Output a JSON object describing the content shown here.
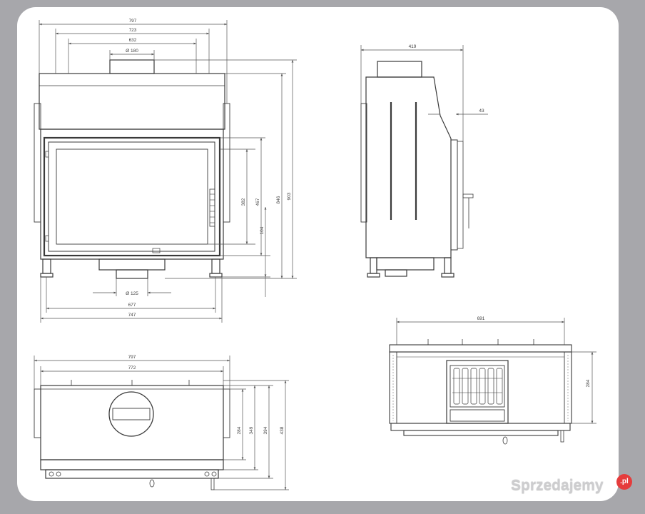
{
  "colors": {
    "background": "#a7a7ab",
    "sheet": "#ffffff",
    "line": "#3a3a3a",
    "dimension": "#555555",
    "watermark_badge": "#e53c3c"
  },
  "front_view": {
    "width_overall": "797",
    "width_top_inner": "723",
    "width_hood": "632",
    "flue_diameter": "Ø 180",
    "height_overall": "903",
    "height_body": "846",
    "height_door": "467",
    "height_glass": "382",
    "height_base": "104",
    "air_inlet_diameter": "Ø 125",
    "width_legs": "677",
    "width_base": "747"
  },
  "side_view": {
    "depth_overall": "419",
    "door_offset": "43"
  },
  "top_view": {
    "width_overall": "797",
    "width_inner": "772",
    "depth_284": "284",
    "depth_349": "349",
    "depth_394": "394",
    "depth_438": "438"
  },
  "section_view": {
    "width": "691",
    "depth": "284"
  },
  "watermark": {
    "text": "Sprzedajemy",
    "badge": ".pl"
  }
}
